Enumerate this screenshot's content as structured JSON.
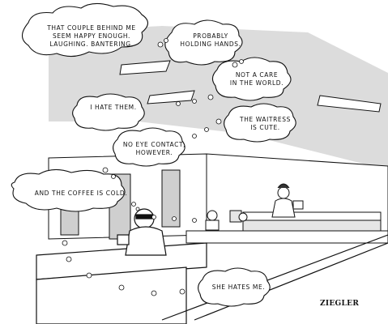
{
  "cartoon": {
    "thoughts": [
      {
        "text": "That couple behind me\nseem happy enough.\nLaughing. Bantering."
      },
      {
        "text": "Probably\nholding hands."
      },
      {
        "text": "Not a care\nin the world."
      },
      {
        "text": "I hate them."
      },
      {
        "text": "The waitress\nis cute."
      },
      {
        "text": "No eye contact,\nhowever."
      },
      {
        "text": "And the coffee is cold."
      },
      {
        "text": "She hates me."
      }
    ],
    "signature": "ZIEGLER"
  },
  "colors": {
    "ink": "#111111",
    "shade": "#d9d9d9",
    "paper": "#ffffff"
  }
}
